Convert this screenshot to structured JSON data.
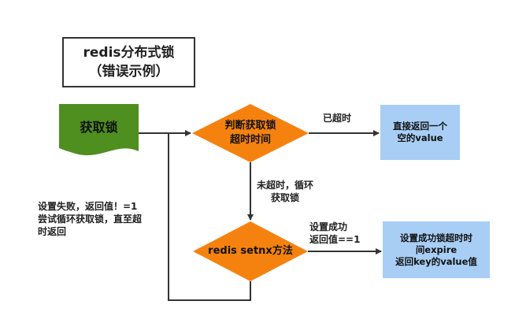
{
  "title": {
    "line1": "redis分布式锁",
    "line2": "（错误示例）"
  },
  "nodes": {
    "start": "获取锁",
    "judge": {
      "line1": "判断获取锁",
      "line2": "超时时间"
    },
    "setnx": "redis setnx方法",
    "timeout_result": {
      "line1": "直接返回一个",
      "line2": "空的value"
    },
    "success_result": {
      "line1": "设置成功锁超时时",
      "line2": "间expire",
      "line3": "返回key的value值"
    }
  },
  "edges": {
    "timeout": "已超时",
    "not_timeout": {
      "line1": "未超时，循环",
      "line2": "获取锁"
    },
    "success": {
      "line1": "设置成功",
      "line2": "返回值==1"
    },
    "fail": {
      "line1": "设置失败，返回值！=1",
      "line2": "尝试循环获取锁，直至超",
      "line3": "时返回"
    }
  },
  "colors": {
    "start_fill": "#4e8f1f",
    "diamond_fill": "#f5820f",
    "result_fill": "#a8cef5",
    "line": "#333333"
  }
}
